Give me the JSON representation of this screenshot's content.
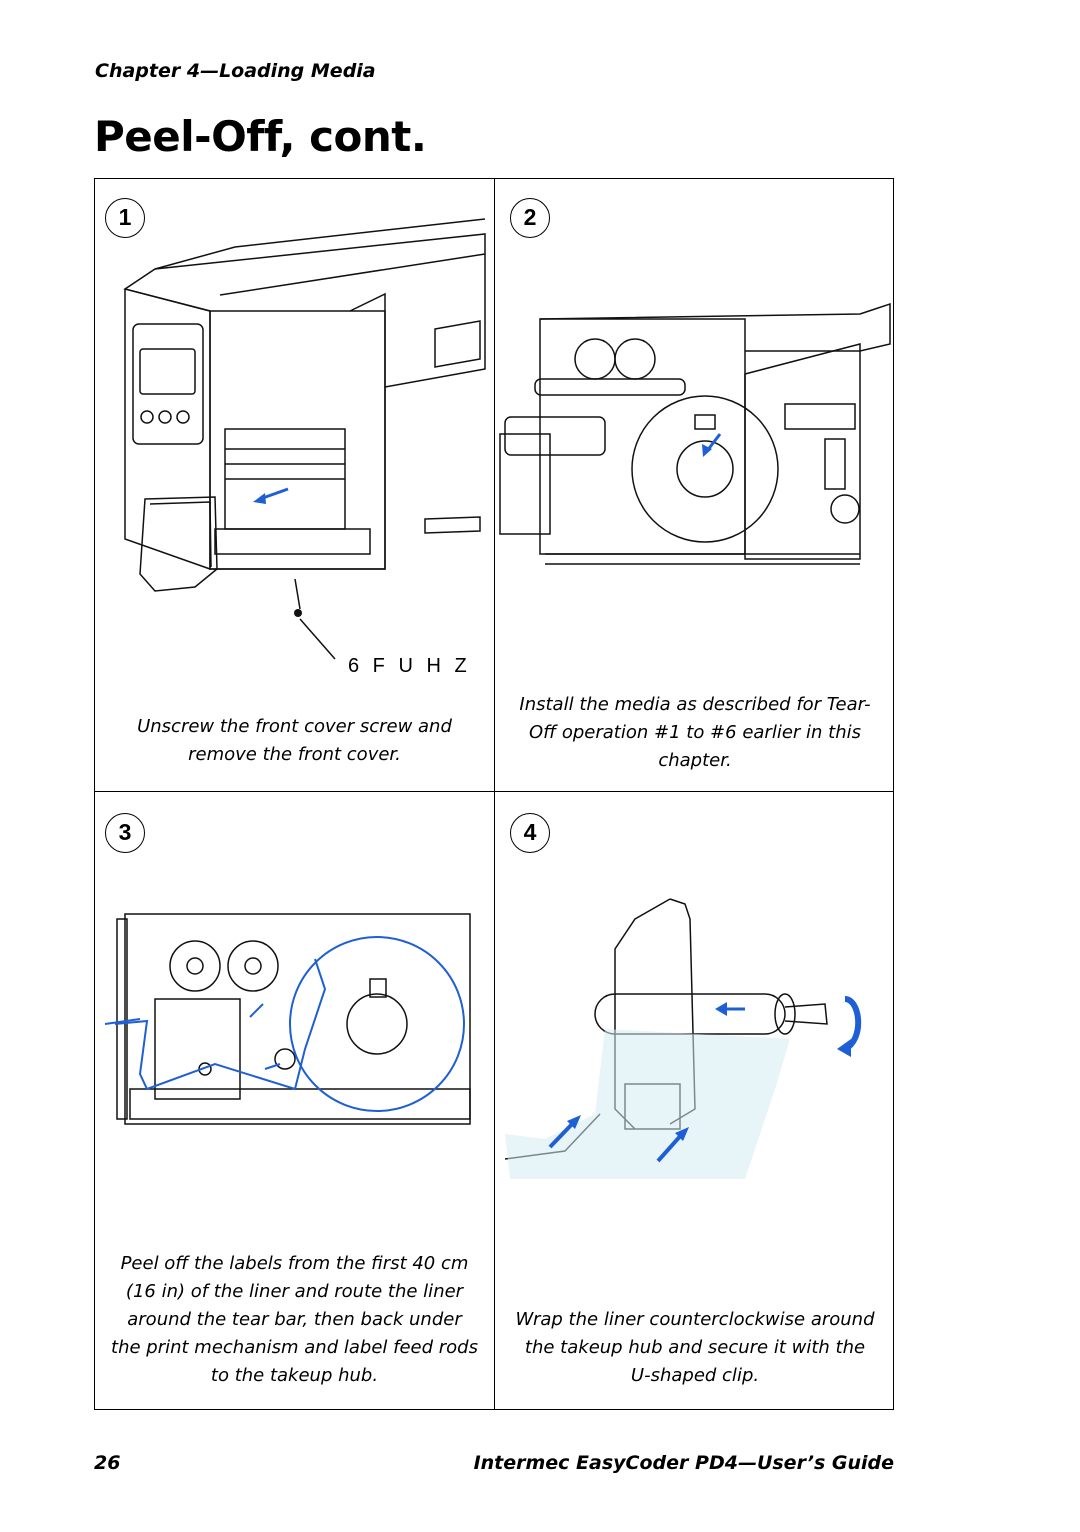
{
  "header": {
    "chapter": "Chapter 4—Loading Media"
  },
  "title": "Peel-Off, cont.",
  "panels": [
    {
      "number": "1",
      "callout": "6 F U H Z",
      "caption": [
        "Unscrew the front cover screw and",
        "remove the front cover."
      ]
    },
    {
      "number": "2",
      "caption": [
        "Install the media as described for Tear-",
        "Off operation #1 to #6 earlier in this",
        "chapter."
      ]
    },
    {
      "number": "3",
      "caption": [
        "Peel off the labels from the first 40 cm",
        "(16 in) of the liner and route the liner",
        "around the tear bar, then back under",
        "the print mechanism and label feed rods",
        "to the takeup hub."
      ]
    },
    {
      "number": "4",
      "caption": [
        "Wrap the liner counterclockwise around",
        "the takeup hub and secure it with the",
        "U-shaped clip."
      ]
    }
  ],
  "footer": {
    "page": "26",
    "doc_title": "Intermec EasyCoder PD4—User’s Guide"
  },
  "colors": {
    "accent": "#1f5fd6"
  }
}
